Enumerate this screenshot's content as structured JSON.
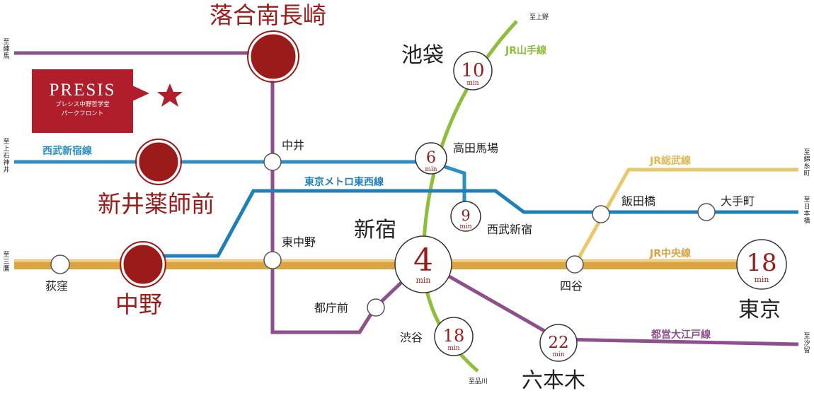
{
  "lines": {
    "seibu_shinjuku": "西武新宿線",
    "tokyo_metro_tozai": "東京メトロ東西線",
    "jr_chuo": "JR中央線",
    "jr_yamanote": "JR山手線",
    "jr_sobu": "JR総武線",
    "toei_oedo": "都営大江戸線"
  },
  "stations": {
    "ochiai_minami_nagasaki": "落合南長崎",
    "shin_arai_yakushimae": "新井薬師前",
    "nakano": "中野",
    "nakai": "中井",
    "higashi_nakano": "東中野",
    "ogikubo": "荻窪",
    "takadanobaba": "高田馬場",
    "seibu_shinjuku": "西武新宿",
    "shinjuku": "新宿",
    "tochomae": "都庁前",
    "shibuya": "渋谷",
    "ikebukuro": "池袋",
    "iidabashi": "飯田橋",
    "otemachi": "大手町",
    "yotsuya": "四谷",
    "tokyo": "東京",
    "roppongi": "六本木"
  },
  "times": {
    "ikebukuro": "10",
    "takadanobaba": "6",
    "seibu_shinjuku": "9",
    "shinjuku": "4",
    "shibuya": "18",
    "roppongi": "22",
    "tokyo": "18",
    "unit": "min"
  },
  "directions": {
    "nerima": "至練馬",
    "kamishakujii": "至上石神井",
    "mitaka": "至三鷹",
    "ueno": "至上野",
    "shinagawa": "至品川",
    "kinshicho": "至錦糸町",
    "nihonbashi": "至日本橋",
    "shiodome": "至汐留"
  },
  "logo": {
    "brand": "PRESIS",
    "subtitle_1": "プレシス中野哲学堂",
    "subtitle_2": "パークフロント"
  },
  "colors": {
    "seibu": "#2a8fc7",
    "tozai": "#1f7fb8",
    "chuo": "#d9a441",
    "yamanote": "#8dbf3c",
    "sobu": "#e8c86b",
    "oedo": "#8e4f8d",
    "station_red": "#9b1b1b",
    "brand_red": "#b11e2b"
  }
}
